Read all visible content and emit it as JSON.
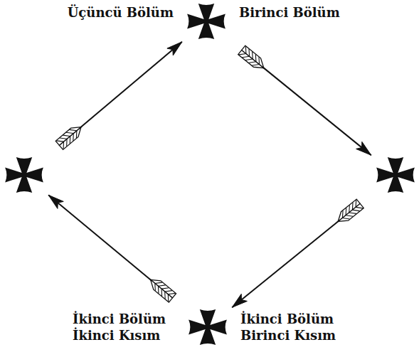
{
  "diagram": {
    "nodes": [
      {
        "text": [
          "Üçüncü Bölüm",
          "Birinci Bölüm"
        ]
      },
      {
        "text": []
      },
      {
        "text": []
      },
      {
        "text": [
          "İkinci Bölüm İkinci Kısım",
          "İkinci Bölüm Birinci Kısım"
        ]
      }
    ],
    "edges": [
      {
        "from": 0,
        "to": 2,
        "arrow": "to"
      },
      {
        "from": 2,
        "to": 3,
        "arrow": "to"
      },
      {
        "from": 3,
        "to": 1,
        "arrow": "to"
      },
      {
        "from": 1,
        "to": 0,
        "arrow": "to"
      }
    ]
  }
}
